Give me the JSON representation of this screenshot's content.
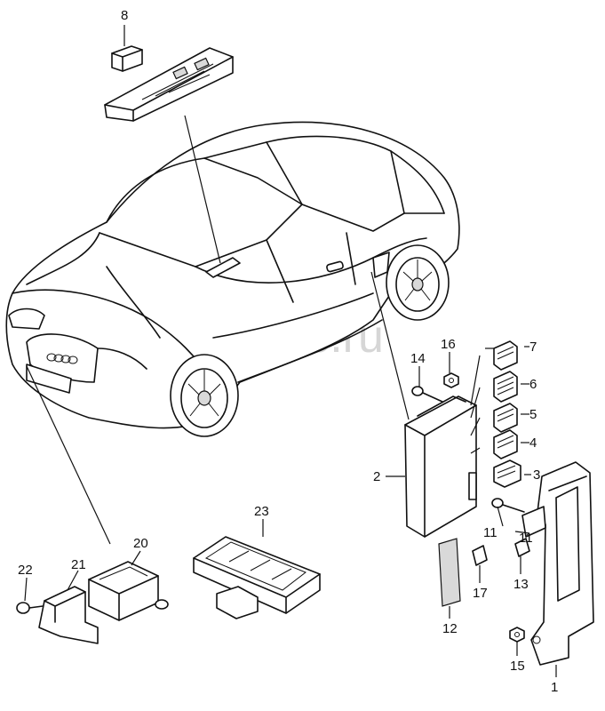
{
  "watermark": "vagtec.ru",
  "callouts": {
    "c1": "1",
    "c2": "2",
    "c3": "3",
    "c4": "4",
    "c5": "5",
    "c6": "6",
    "c7": "7",
    "c8": "8",
    "c11a": "11",
    "c11b": "11",
    "c12": "12",
    "c13": "13",
    "c14": "14",
    "c15": "15",
    "c16": "16",
    "c17": "17",
    "c20": "20",
    "c21": "21",
    "c22": "22",
    "c23": "23"
  }
}
